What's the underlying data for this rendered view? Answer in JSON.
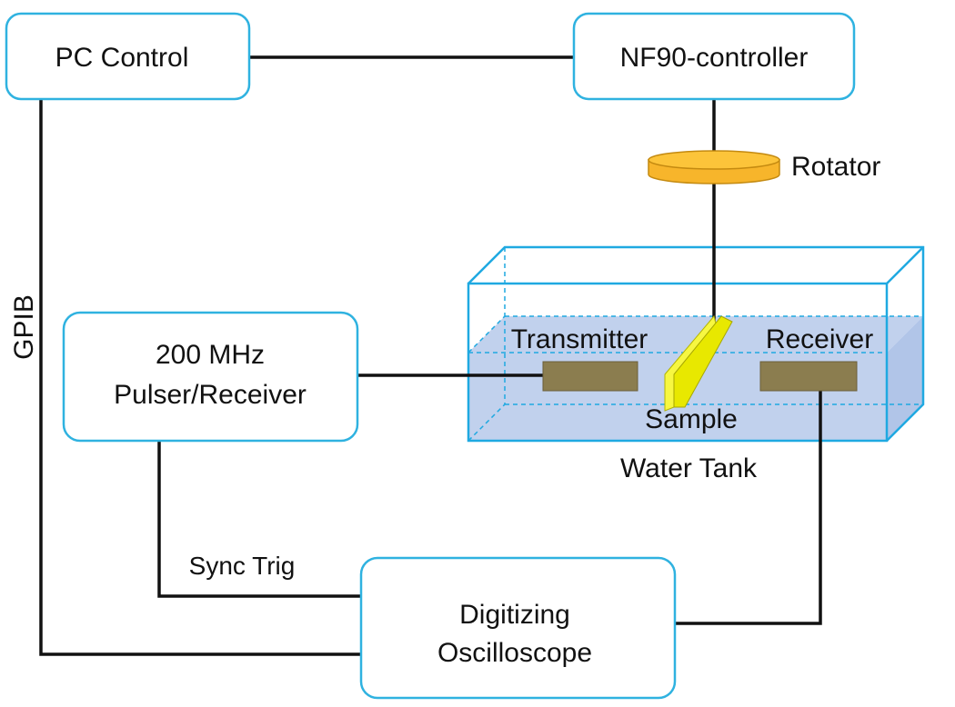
{
  "diagram": {
    "nodes": {
      "pc_control": "PC Control",
      "nf90_controller": "NF90-controller",
      "rotator": "Rotator",
      "pulser_receiver": [
        "200 MHz",
        "Pulser/Receiver"
      ],
      "oscilloscope": [
        "Digitizing",
        "Oscilloscope"
      ],
      "transmitter": "Transmitter",
      "receiver": "Receiver",
      "sample": "Sample",
      "water_tank": "Water Tank"
    },
    "edge_labels": {
      "gpib": "GPIB",
      "sync_trig": "Sync Trig"
    },
    "colors": {
      "box_border": "#2fb2e0",
      "tank_water": "#b6c9ea",
      "rotator": "#f7b52b",
      "sample": "#f2f21a",
      "transducer": "#8b7d4f",
      "wire": "#111111"
    }
  }
}
